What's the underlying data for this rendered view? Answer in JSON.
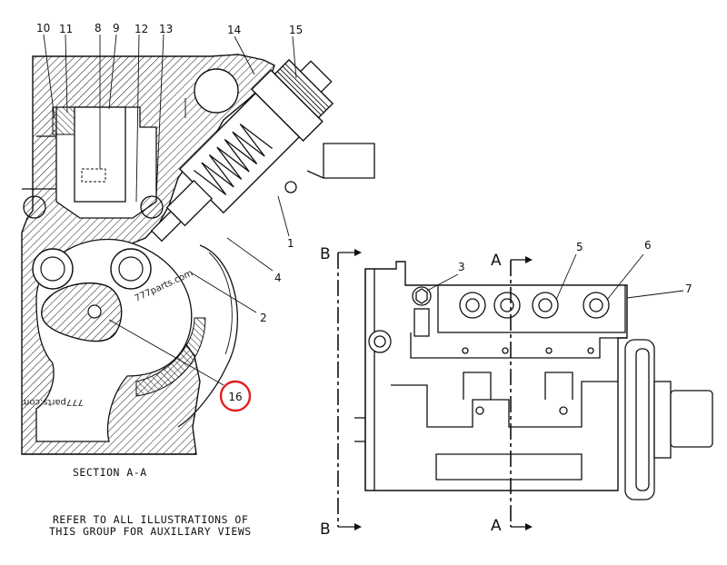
{
  "section_view": {
    "part_numbers": [
      "10",
      "11",
      "8",
      "9",
      "12",
      "13",
      "14",
      "15",
      "1",
      "4",
      "2",
      "16"
    ],
    "caption": "SECTION A-A",
    "watermark_1": "777parts.com",
    "watermark_2": "777parts.com",
    "highlighted_part": "16",
    "highlight_color": "#e02020"
  },
  "side_view": {
    "part_numbers": [
      "3",
      "5",
      "6",
      "7"
    ],
    "section_marks": {
      "b_top": "B",
      "b_bottom": "B",
      "a_top": "A",
      "a_bottom": "A"
    }
  },
  "footer": {
    "line1": "REFER TO ALL ILLUSTRATIONS OF",
    "line2": "THIS GROUP FOR AUXILIARY VIEWS"
  }
}
